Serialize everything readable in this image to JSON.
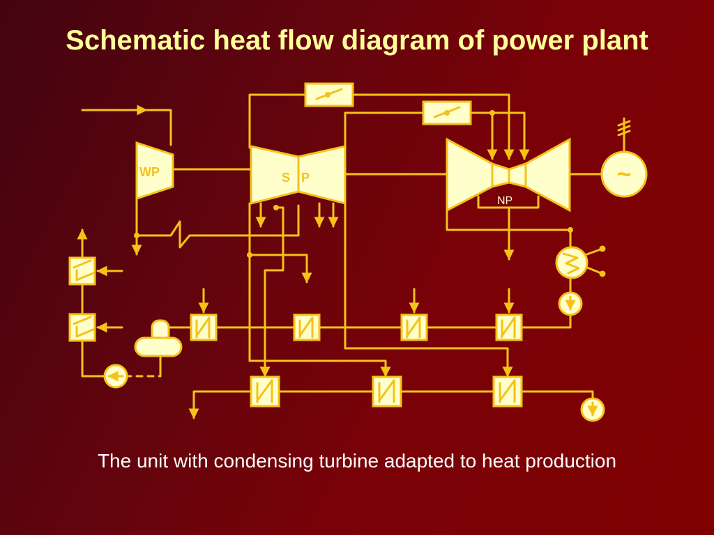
{
  "title": "Schematic heat flow diagram of power plant",
  "caption": "The unit with condensing turbine adapted to heat production",
  "labels": {
    "wp": "WP",
    "sp_s": "S",
    "sp_p": "P",
    "np": "NP",
    "generator": "~"
  },
  "colors": {
    "line": "#f5c218",
    "fill": "#ffffcc",
    "title": "#ffff99",
    "caption": "#ffffff"
  }
}
